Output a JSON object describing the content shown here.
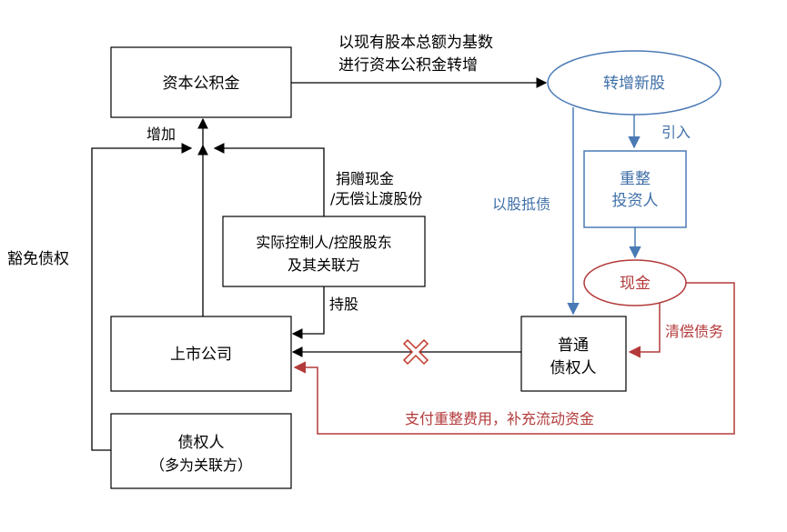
{
  "nodes": {
    "capital_reserve": "资本公积金",
    "new_shares": "转增新股",
    "investor": [
      "重整",
      "投资人"
    ],
    "controller": [
      "实际控制人/控股股东",
      "及其关联方"
    ],
    "listed_company": "上市公司",
    "cash": "现金",
    "general_creditor": [
      "普通",
      "债权人"
    ],
    "related_creditor": [
      "债权人",
      "（多为关联方）"
    ]
  },
  "labels": {
    "conversion_basis": [
      "以现有股本总额为基数",
      "进行资本公积金转增"
    ],
    "introduce": "引入",
    "increase": "增加",
    "donation": [
      "捐赠现金",
      "/无偿让渡股份"
    ],
    "debt_for_equity": "以股抵债",
    "waive_claims": "豁免债权",
    "holding": "持股",
    "repay_debt": "清偿债务",
    "pay_expenses": "支付重整费用，补充流动资金"
  },
  "colors": {
    "black": "#000000",
    "blue": "#4a7ab5",
    "blue_text": "#3f6fa8",
    "red": "#b33a3a",
    "cross": "#c0392b"
  }
}
